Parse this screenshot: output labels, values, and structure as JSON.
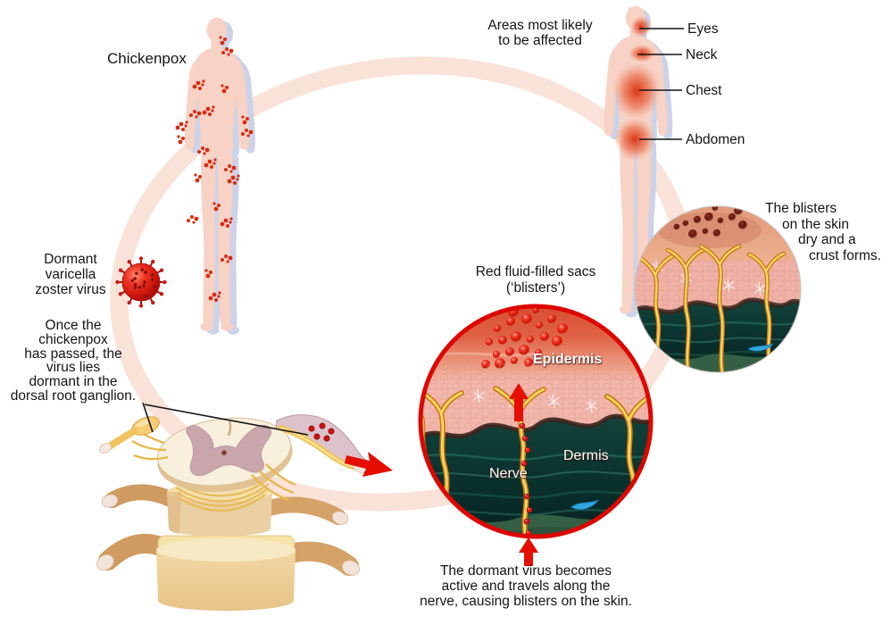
{
  "labels": {
    "chickenpox": "Chickenpox",
    "affected_heading": "Areas most likely\nto be affected",
    "affected_areas": [
      "Eyes",
      "Neck",
      "Chest",
      "Abdomen"
    ],
    "dormant_virus": "Dormant\nvaricella\nzoster virus",
    "dormant_note": "Once the\nchickenpox\nhas passed, the\nvirus lies\ndormant in the\ndorsal root ganglion.",
    "blister_heading": "Red fluid-filled sacs\n(‘blisters’)",
    "skin_layers": {
      "epidermis": "Epidermis",
      "dermis": "Dermis",
      "nerve": "Nerve"
    },
    "crust_caption": [
      "The blisters",
      "on the skin",
      "dry and a",
      "crust forms."
    ],
    "reactivation_note": "The dormant virus becomes\nactive and travels along the\nnerve, causing blisters on the skin."
  },
  "colors": {
    "outline_red": "#dd0700",
    "arrow_red": "#e50e00",
    "ring_pink": "#f9e2d8",
    "skin_tone": "#f7d2c5",
    "shadow_blue": "#ccd3e8",
    "spot_red": "#d92c12",
    "dermis_teal": "#0c3b37",
    "nerve_yellow": "#ffd95e",
    "virus_red": "#cc1208"
  }
}
